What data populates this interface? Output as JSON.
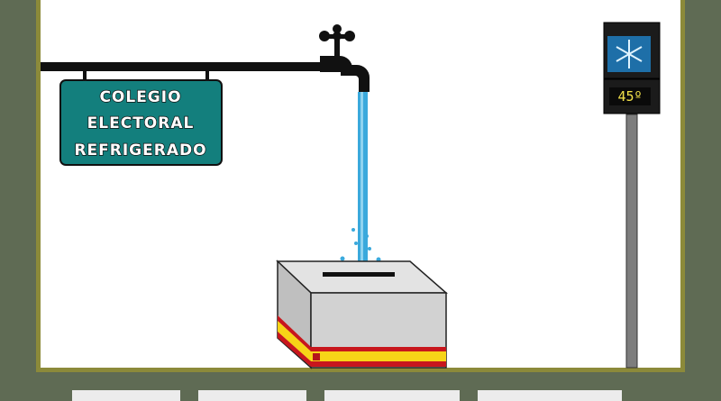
{
  "sign": {
    "line1": "COLEGIO",
    "line2": "ELECTORAL",
    "line3": "REFRIGERADO"
  },
  "thermometer": {
    "reading": "45º",
    "icon": "snowflake-icon"
  },
  "colors": {
    "frame": "#5f6b54",
    "frame_border": "#8c8a3a",
    "sign": "#137f7d",
    "water": "#3aa9dc",
    "box": "#d2d2d2",
    "flag_red": "#c8161d",
    "flag_yellow": "#f7d417"
  }
}
